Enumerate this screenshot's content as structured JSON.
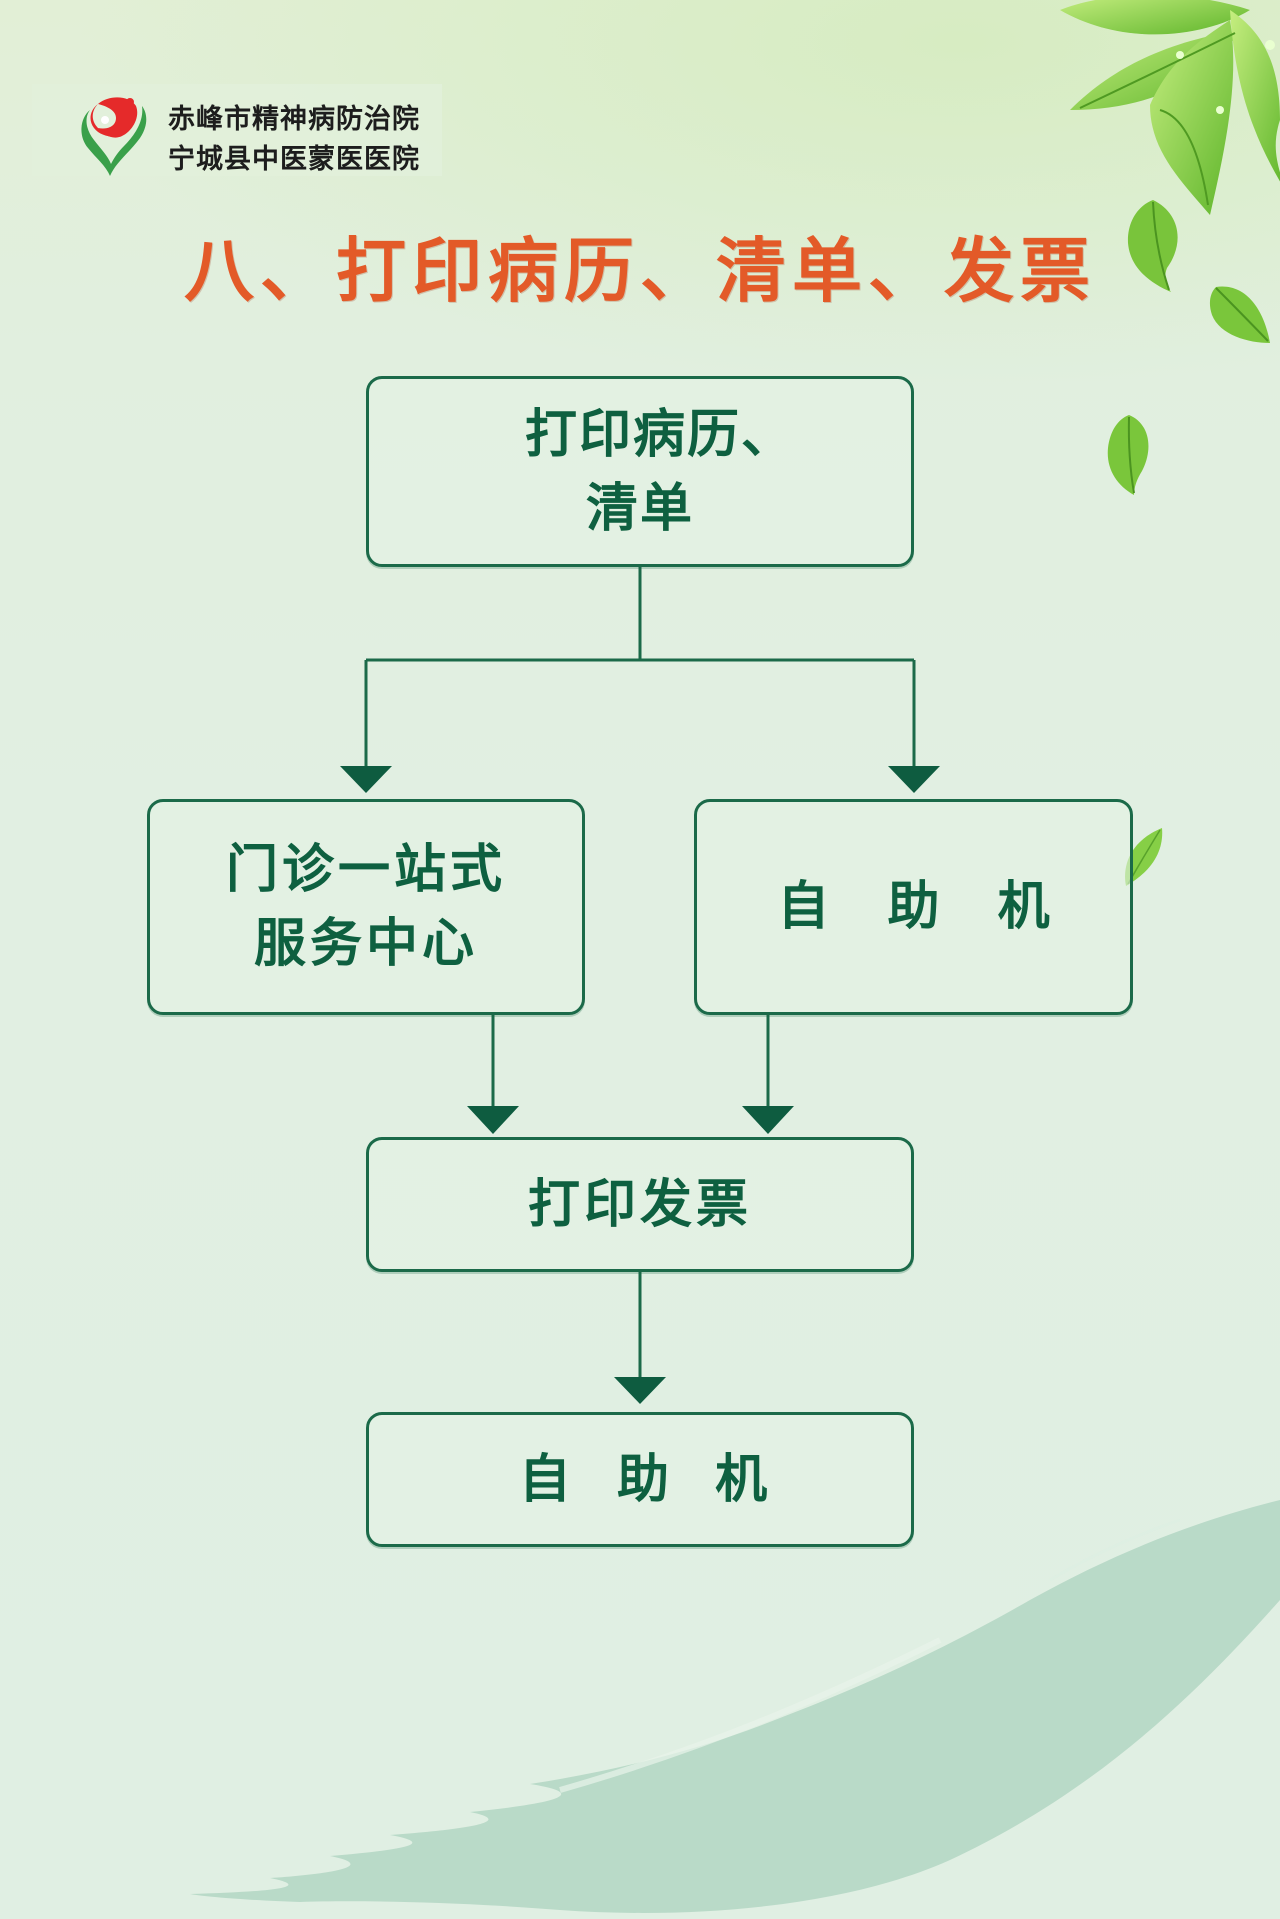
{
  "header": {
    "hospital_names": [
      "赤峰市精神病防治院",
      "宁城县中医蒙医医院"
    ]
  },
  "title": "八、打印病历、清单、发票",
  "flowchart": {
    "nodes": [
      {
        "id": "print_records",
        "lines": [
          "打印病历、",
          "清单"
        ]
      },
      {
        "id": "outpatient_center",
        "lines": [
          "门诊一站式",
          "服务中心"
        ]
      },
      {
        "id": "self_service_1",
        "lines": [
          "自 助 机"
        ]
      },
      {
        "id": "print_invoice",
        "lines": [
          "打印发票"
        ]
      },
      {
        "id": "self_service_2",
        "lines": [
          "自 助 机"
        ]
      }
    ],
    "edges": [
      {
        "from": "print_records",
        "to": "outpatient_center"
      },
      {
        "from": "print_records",
        "to": "self_service_1"
      },
      {
        "from": "outpatient_center",
        "to": "print_invoice"
      },
      {
        "from": "self_service_1",
        "to": "print_invoice"
      },
      {
        "from": "print_invoice",
        "to": "self_service_2"
      }
    ]
  },
  "colors": {
    "title": "#e35a28",
    "box_border": "#1b6a49",
    "box_text": "#0e6040",
    "arrow": "#0e5c40",
    "leaf": "#7cc83e",
    "brush": "#b6d8c6",
    "logo_red": "#e52a2a",
    "logo_green": "#3aa04a"
  },
  "icons": {
    "logo": "heart-taiji-logo-icon",
    "leaves": "green-leaf-icon",
    "brush": "brush-stroke-decoration"
  }
}
